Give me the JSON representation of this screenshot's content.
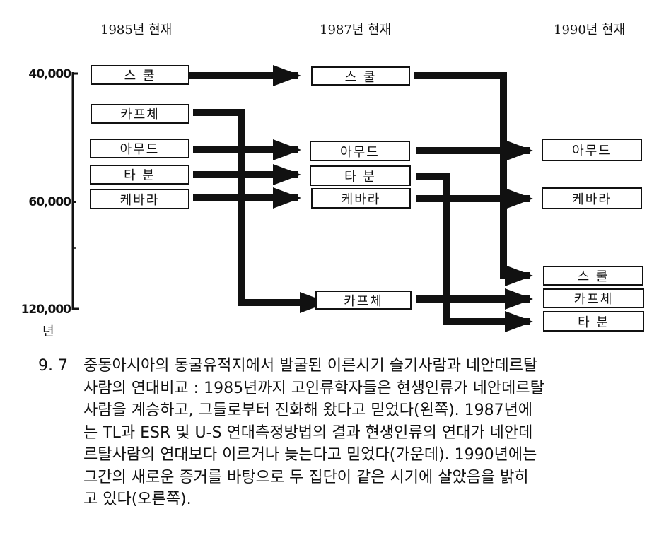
{
  "headers": [
    "1985년 현재",
    "1987년 현재",
    "1990년 현재"
  ],
  "axis": {
    "ticks": [
      "40,000",
      "60,000",
      "120,000"
    ],
    "unit": "년"
  },
  "columns": {
    "c1985": [
      "스 쿨",
      "카프체",
      "아무드",
      "타 분",
      "케바라"
    ],
    "c1987": [
      "스 쿨",
      "아무드",
      "타 분",
      "케바라",
      "카프체"
    ],
    "c1990": [
      "아무드",
      "케바라",
      "스 쿨",
      "카프체",
      "타 분"
    ]
  },
  "caption": {
    "number": "9. 7",
    "lines": [
      "중동아시아의 동굴유적지에서 발굴된 이른시기 슬기사람과 네안데르탈",
      "사람의 연대비교 : 1985년까지 고인류학자들은 현생인류가 네안데르탈",
      "사람을 계승하고, 그들로부터 진화해 왔다고 믿었다(왼쪽). 1987년에",
      "는 TL과 ESR 및 U-S 연대측정방법의 결과 현생인류의 연대가 네안데",
      "르탈사람의 연대보다 이르거나 늦는다고 믿었다(가운데). 1990년에는",
      "그간의 새로운 증거를 바탕으로 두 집단이 같은 시기에 살았음을 밝히",
      "고 있다(오른쪽)."
    ]
  }
}
